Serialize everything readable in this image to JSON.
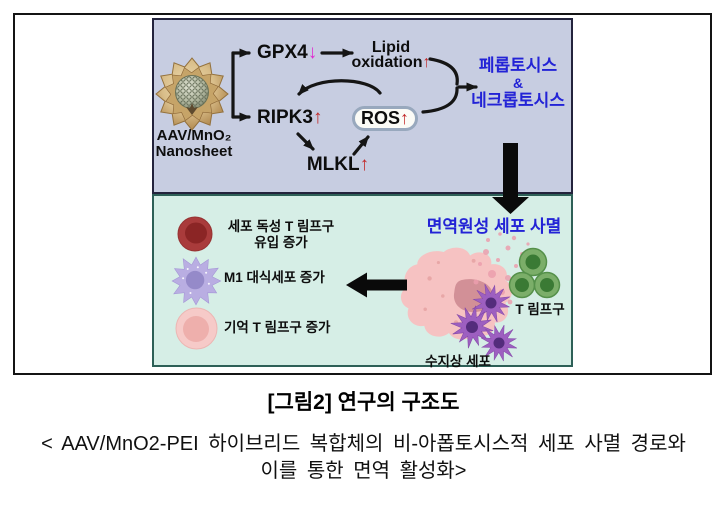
{
  "figure": {
    "top_panel": {
      "nanosheet_label": [
        "AAV/MnO₂",
        "Nanosheet"
      ],
      "nodes": {
        "gpx4": {
          "text": "GPX4",
          "arrow": "↓"
        },
        "lipid": {
          "line1": "Lipid",
          "line2": "oxidation",
          "arrow": "↑"
        },
        "ripk3": {
          "text": "RIPK3",
          "arrow": "↑"
        },
        "ros": {
          "text": "ROS",
          "arrow": "↑"
        },
        "mlkl": {
          "text": "MLKL",
          "arrow": "↑"
        }
      },
      "outcome": {
        "line1": "페롭토시스",
        "amp": "&",
        "line2": "네크롭토시스"
      }
    },
    "bottom_panel": {
      "title": "면역원성 세포 사멸",
      "legend": [
        {
          "icon": "cytotoxic-t-cell-icon",
          "lines": [
            "세포 독성 T 림프구",
            "유입 증가"
          ]
        },
        {
          "icon": "m1-macrophage-icon",
          "lines": [
            "M1 대식세포 증가"
          ]
        },
        {
          "icon": "memory-t-cell-icon",
          "lines": [
            "기억 T 림프구 증가"
          ]
        }
      ],
      "cell_labels": {
        "t_cell": "T 림프구",
        "dendritic": "수지상 세포"
      }
    }
  },
  "captions": {
    "figure_caption": "[그림2] 연구의 구조도",
    "description_line1": "< AAV/MnO2-PEI 하이브리드 복합체의 비-아폽토시스적 세포 사멸 경로와",
    "description_line2": "이를 통한 면역 활성화>"
  },
  "icons": [
    "nanosheet-image",
    "cytotoxic-t-cell-icon",
    "m1-macrophage-icon",
    "memory-t-cell-icon",
    "t-lymphocyte-icon",
    "dendritic-cell-icon",
    "dying-tumor-cell-icon",
    "down-arrow-icon",
    "left-arrow-icon",
    "pathway-arrows"
  ],
  "colors": {
    "top_panel_bg": "#c7cde1",
    "bottom_panel_bg": "#d6eee6",
    "top_panel_border": "#23233c",
    "bottom_panel_border": "#2e6057",
    "outer_border": "#141414",
    "outcome_blue": "#2323d6",
    "up_arrow_red": "#c22828",
    "down_arrow_magenta": "#e02ad0",
    "ros_pill_border": "#98a8bd"
  }
}
